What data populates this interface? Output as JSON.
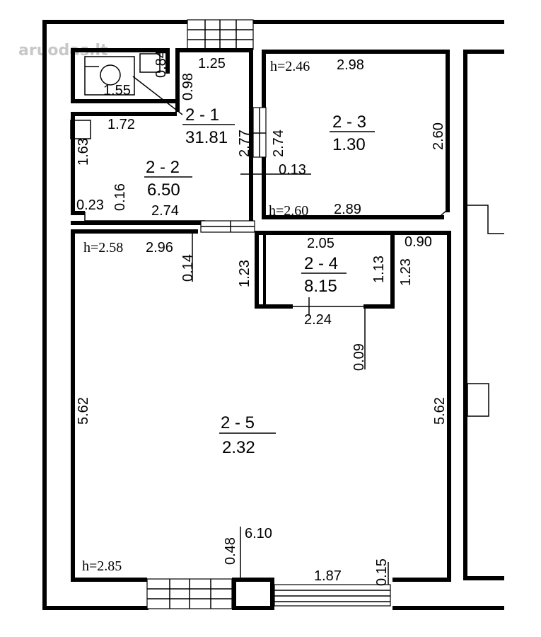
{
  "watermark": "aruodas.lt",
  "rooms": [
    {
      "id": "2-1",
      "name": "2 - 1",
      "area": "31.81"
    },
    {
      "id": "2-2",
      "name": "2 - 2",
      "area": "6.50"
    },
    {
      "id": "2-3",
      "name": "2 - 3",
      "area": "1.30"
    },
    {
      "id": "2-4",
      "name": "2 - 4",
      "area": "8.15"
    },
    {
      "id": "2-5",
      "name": "2 - 5",
      "area": "2.32"
    }
  ],
  "heights": [
    "h=2.46",
    "h=2.60",
    "h=2.58",
    "h=2.85"
  ],
  "dimensions": {
    "d125": "1.25",
    "d098": "0.98",
    "d084": "0.84",
    "d155": "1.55",
    "d172": "1.72",
    "d163": "1.63",
    "d277": "2.77",
    "d274v": "2.74",
    "d298": "2.98",
    "d260": "2.60",
    "d013": "0.13",
    "d289": "2.89",
    "d023": "0.23",
    "d016": "0.16",
    "d274h": "2.74",
    "d296": "2.96",
    "d014": "0.14",
    "d123a": "1.23",
    "d205": "2.05",
    "d113": "1.13",
    "d123b": "1.23",
    "d090": "0.90",
    "d224": "2.24",
    "d009": "0.09",
    "d562a": "5.62",
    "d562b": "5.62",
    "d048": "0.48",
    "d610": "6.10",
    "d187": "1.87",
    "d015": "0.15"
  }
}
